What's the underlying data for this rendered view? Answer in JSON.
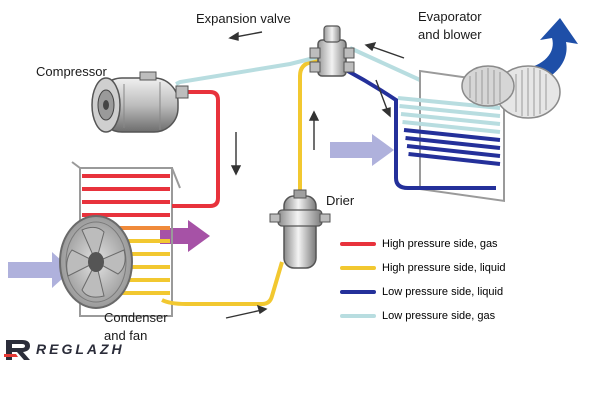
{
  "labels": {
    "expansion_valve": "Expansion valve",
    "evaporator_line1": "Evaporator",
    "evaporator_line2": "and blower",
    "compressor": "Compressor",
    "drier": "Drier",
    "condenser_line1": "Condenser",
    "condenser_line2": "and fan"
  },
  "legend": [
    {
      "label": "High pressure side, gas",
      "color": "#e8323c"
    },
    {
      "label": "High pressure side, liquid",
      "color": "#f2c830"
    },
    {
      "label": "Low pressure side, liquid",
      "color": "#24309a"
    },
    {
      "label": "Low pressure side, gas",
      "color": "#b8dde0"
    }
  ],
  "colors": {
    "high_gas": "#e8323c",
    "high_liquid": "#f2c830",
    "low_liquid": "#24309a",
    "low_gas": "#b8dde0",
    "air_arrow": "#a6a8d8",
    "hot_air_arrow": "#9c3f9c",
    "cold_air_arrow": "#1e4fa8"
  },
  "logo": {
    "text": "REGLAZH",
    "icon": "reglazh-logo-icon"
  }
}
